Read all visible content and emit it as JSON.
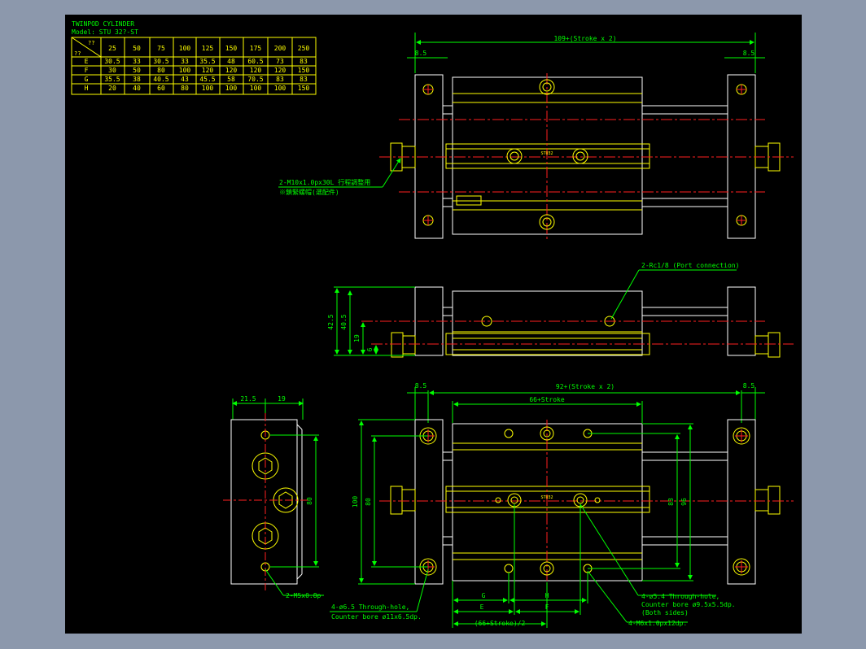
{
  "colors": {
    "background": "#000000",
    "frame": "#8c98ac",
    "outline": "#ffffff",
    "part": "#ffff00",
    "dimension": "#00ff00",
    "annotation": "#00ff00",
    "centerline": "#ff2020",
    "highlight": "#ff8800"
  },
  "title_block": {
    "title": "TWINPOD CYLINDER",
    "model": "Model: STU 32?-ST",
    "corner_top": "??",
    "corner_bottom": "??",
    "strokes": [
      "25",
      "50",
      "75",
      "100",
      "125",
      "150",
      "175",
      "200",
      "250"
    ],
    "rows": [
      {
        "label": "E",
        "values": [
          "30.5",
          "33",
          "30.5",
          "33",
          "35.5",
          "48",
          "60.5",
          "73",
          "83"
        ]
      },
      {
        "label": "F",
        "values": [
          "30",
          "50",
          "80",
          "100",
          "120",
          "120",
          "120",
          "120",
          "150"
        ]
      },
      {
        "label": "G",
        "values": [
          "35.5",
          "38",
          "40.5",
          "43",
          "45.5",
          "58",
          "70.5",
          "83",
          "83"
        ]
      },
      {
        "label": "H",
        "values": [
          "20",
          "40",
          "60",
          "80",
          "100",
          "100",
          "100",
          "100",
          "150"
        ]
      }
    ]
  },
  "top_view": {
    "overall_dim": "109+(Stroke x 2)",
    "left_dim": "8.5",
    "right_dim": "8.5",
    "label_center": "STU32",
    "note_line1": "2-M10x1.0px30L 行程調整用",
    "note_line2": "※鎖緊螺帽(選配件)"
  },
  "side_view": {
    "port_note": "2-Rc1/8 (Port connection)",
    "dim_42_5": "42.5",
    "dim_40_5": "40.5",
    "dim_19": "19",
    "dim_6": "6"
  },
  "end_view": {
    "dim_21_5": "21.5",
    "dim_19": "19",
    "dim_80": "80",
    "note": "2-M5x0.8p"
  },
  "bottom_view": {
    "left_dim": "8.5",
    "right_dim": "8.5",
    "overall_dim": "92+(Stroke x 2)",
    "body_dim": "66+Stroke",
    "dim_100": "100",
    "dim_80": "80",
    "dim_83": "83",
    "dim_96": "96",
    "label_center": "STU32",
    "dim_G": "G",
    "dim_H": "H",
    "dim_E": "E",
    "dim_F": "F",
    "half_dim": "(66+Stroke)/2",
    "note_left_1": "4-ø6.5 Through-hole,",
    "note_left_2": "Counter bore ø11x6.5dp.",
    "note_right_1": "4-ø5.4 Through-hole,",
    "note_right_2": "Counter bore ø9.5x5.5dp.",
    "note_right_3": "(Both sides)",
    "note_right_4": "4-M6x1.0px12dp."
  }
}
